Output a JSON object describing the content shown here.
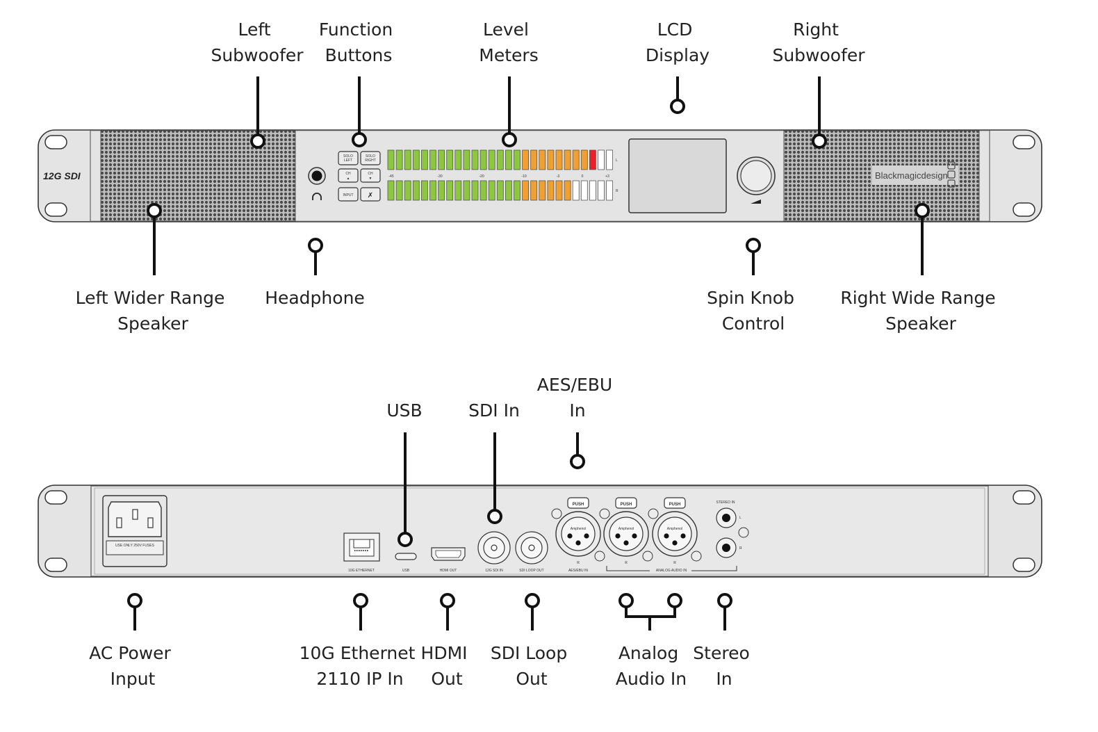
{
  "front_panel": {
    "badge": "12G SDI",
    "brand": "Blackmagicdesign",
    "buttons": [
      "SOLO LEFT",
      "SOLO RIGHT",
      "CH ▲",
      "CH ▼",
      "INPUT",
      "MUTE"
    ],
    "meter_scale": [
      "-45",
      "-30",
      "-20",
      "-10",
      "-3",
      "0",
      "+3"
    ],
    "meter_channels": [
      "L",
      "R"
    ],
    "callouts": {
      "left_subwoofer": [
        "Left",
        "Subwoofer"
      ],
      "function_buttons": [
        "Function",
        "Buttons"
      ],
      "level_meters": [
        "Level",
        "Meters"
      ],
      "lcd_display": [
        "LCD",
        "Display"
      ],
      "right_subwoofer": [
        "Right",
        "Subwoofer"
      ],
      "left_wide_range": [
        "Left Wider Range",
        "Speaker"
      ],
      "headphone": [
        "Headphone"
      ],
      "spin_knob": [
        "Spin Knob",
        "Control"
      ],
      "right_wide_range": [
        "Right Wide Range",
        "Speaker"
      ]
    }
  },
  "rear_panel": {
    "fuse_label": "USE ONLY 250V FUSES",
    "port_labels": {
      "ethernet": "10G ETHERNET",
      "usb": "USB",
      "hdmi": "HDMI OUT",
      "sdi_in": "12G SDI IN",
      "sdi_loop": "SDI LOOP OUT",
      "aes": "AES/EBU IN",
      "analog": "ANALOG AUDIO IN",
      "stereo": "STEREO IN"
    },
    "xlr_push": "PUSH",
    "xlr_brand": "Amphenol",
    "xlr_channel": [
      "R",
      "R",
      "R"
    ],
    "stereo_channels": [
      "L",
      "R"
    ],
    "callouts": {
      "usb": [
        "USB"
      ],
      "sdi_in": [
        "SDI In"
      ],
      "aes_ebu_in": [
        "AES/EBU",
        "In"
      ],
      "ac_power": [
        "AC Power",
        "Input"
      ],
      "ethernet": [
        "10G Ethernet",
        "2110 IP In"
      ],
      "hdmi_out": [
        "HDMI",
        "Out"
      ],
      "sdi_loop_out": [
        "SDI Loop",
        "Out"
      ],
      "analog_audio_in": [
        "Analog",
        "Audio In"
      ],
      "stereo_in": [
        "Stereo",
        "In"
      ]
    }
  },
  "colors": {
    "meter_green": "#8dc63f",
    "meter_orange": "#f0a030",
    "meter_red": "#e8202a",
    "meter_off": "#ffffff",
    "chassis": "#e4e4e4"
  }
}
